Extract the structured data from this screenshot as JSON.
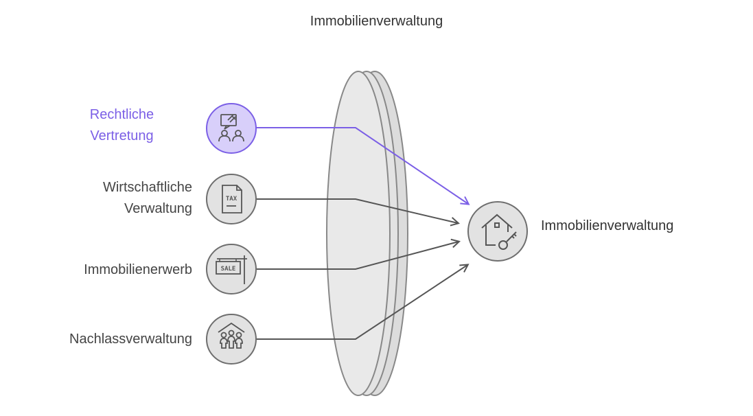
{
  "title": "Immobilienverwaltung",
  "inputs": [
    {
      "label_lines": [
        "Rechtliche",
        "Vertretung"
      ],
      "icon": "legal-consultation-icon",
      "active": true
    },
    {
      "label_lines": [
        "Wirtschaftliche",
        "Verwaltung"
      ],
      "icon": "tax-document-icon",
      "icon_text": "TAX",
      "active": false
    },
    {
      "label_lines": [
        "Immobilienerwerb"
      ],
      "icon": "sale-sign-icon",
      "icon_text": "SALE",
      "active": false
    },
    {
      "label_lines": [
        "Nachlassverwaltung"
      ],
      "icon": "family-house-icon",
      "active": false
    }
  ],
  "output": {
    "label": "Immobilienverwaltung",
    "icon": "house-key-icon"
  },
  "colors": {
    "accent": "#7b5fe6",
    "accent_fill": "#d8cffa",
    "line": "#555555",
    "node_fill": "#e2e2e2",
    "node_stroke": "#6e6e6e",
    "lens_fill": "#e6e6e6",
    "lens_stroke": "#888888"
  }
}
